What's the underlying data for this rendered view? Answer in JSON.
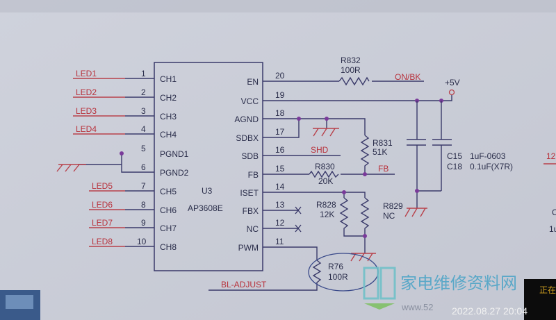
{
  "ic": {
    "ref": "U3",
    "part": "AP3608E",
    "left_pins": [
      {
        "num": "1",
        "name": "CH1",
        "net": "LED1"
      },
      {
        "num": "2",
        "name": "CH2",
        "net": "LED2"
      },
      {
        "num": "3",
        "name": "CH3",
        "net": "LED3"
      },
      {
        "num": "4",
        "name": "CH4",
        "net": "LED4"
      },
      {
        "num": "5",
        "name": "PGND1",
        "net": ""
      },
      {
        "num": "6",
        "name": "PGND2",
        "net": ""
      },
      {
        "num": "7",
        "name": "CH5",
        "net": "LED5"
      },
      {
        "num": "8",
        "name": "CH6",
        "net": "LED6"
      },
      {
        "num": "9",
        "name": "CH7",
        "net": "LED7"
      },
      {
        "num": "10",
        "name": "CH8",
        "net": "LED8"
      }
    ],
    "right_pins": [
      {
        "num": "20",
        "name": "EN"
      },
      {
        "num": "19",
        "name": "VCC"
      },
      {
        "num": "18",
        "name": "AGND"
      },
      {
        "num": "17",
        "name": "SDBX"
      },
      {
        "num": "16",
        "name": "SDB"
      },
      {
        "num": "15",
        "name": "FB"
      },
      {
        "num": "14",
        "name": "ISET"
      },
      {
        "num": "13",
        "name": "FBX"
      },
      {
        "num": "12",
        "name": "NC"
      },
      {
        "num": "11",
        "name": "PWM"
      }
    ]
  },
  "components": {
    "r832": {
      "ref": "R832",
      "value": "100R"
    },
    "r831": {
      "ref": "R831",
      "value": "51K"
    },
    "r830": {
      "ref": "R830",
      "value": "20K"
    },
    "r828": {
      "ref": "R828",
      "value": "12K"
    },
    "r829": {
      "ref": "R829",
      "value": "NC"
    },
    "r76": {
      "ref": "R76",
      "value": "100R"
    },
    "c15": {
      "ref": "C15",
      "value": "1uF-0603"
    },
    "c18": {
      "ref": "C18",
      "value": "0.1uF(X7R)"
    }
  },
  "nets": {
    "on_bk": "ON/BK",
    "vcc": "+5V",
    "shd": "SHD",
    "fb": "FB",
    "bl_adjust": "BL-ADJUST"
  },
  "edge": {
    "top": "12",
    "mid": "C",
    "bottom": "1u"
  },
  "watermark": {
    "site": "家电维修资料网",
    "url": "www.52",
    "timestamp": "2022.08.27 20:04",
    "overlay": "正在"
  }
}
